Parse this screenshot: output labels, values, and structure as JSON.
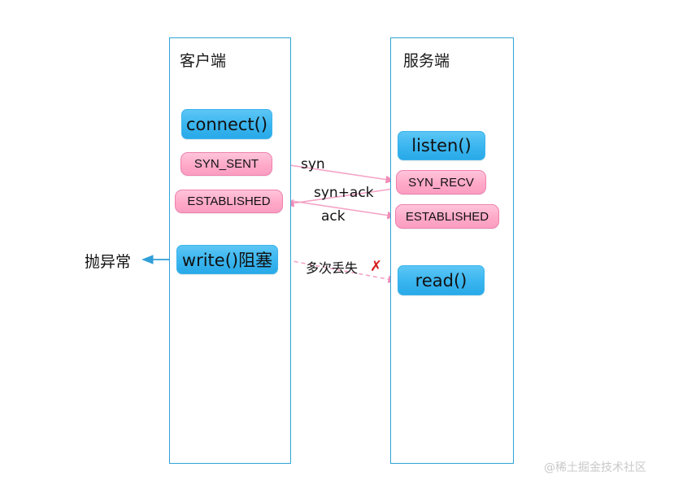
{
  "diagram": {
    "title_client": "客户端",
    "title_server": "服务端",
    "background_color": "#ffffff",
    "lane_border_color": "#2fa4d8",
    "blue_node_color": "#39b5ef",
    "pink_node_color": "#ffa9c9",
    "arrow_pink_color": "#f49ec4",
    "arrow_blue_color": "#2f9fd8",
    "cross_color": "#d42020"
  },
  "client": {
    "nodes": [
      {
        "label": "connect()",
        "type": "blue"
      },
      {
        "label": "SYN_SENT",
        "type": "pink"
      },
      {
        "label": "ESTABLISHED",
        "type": "pink"
      },
      {
        "label": "write()阻塞",
        "type": "blue"
      }
    ]
  },
  "server": {
    "nodes": [
      {
        "label": "listen()",
        "type": "blue"
      },
      {
        "label": "SYN_RECV",
        "type": "pink"
      },
      {
        "label": "ESTABLISHED",
        "type": "pink"
      },
      {
        "label": "read()",
        "type": "blue"
      }
    ]
  },
  "edges": {
    "syn": "syn",
    "syn_ack": "syn+ack",
    "ack": "ack",
    "loss": "多次丢失",
    "cross": "✗",
    "exception": "抛异常"
  },
  "watermark": "@稀土掘金技术社区"
}
